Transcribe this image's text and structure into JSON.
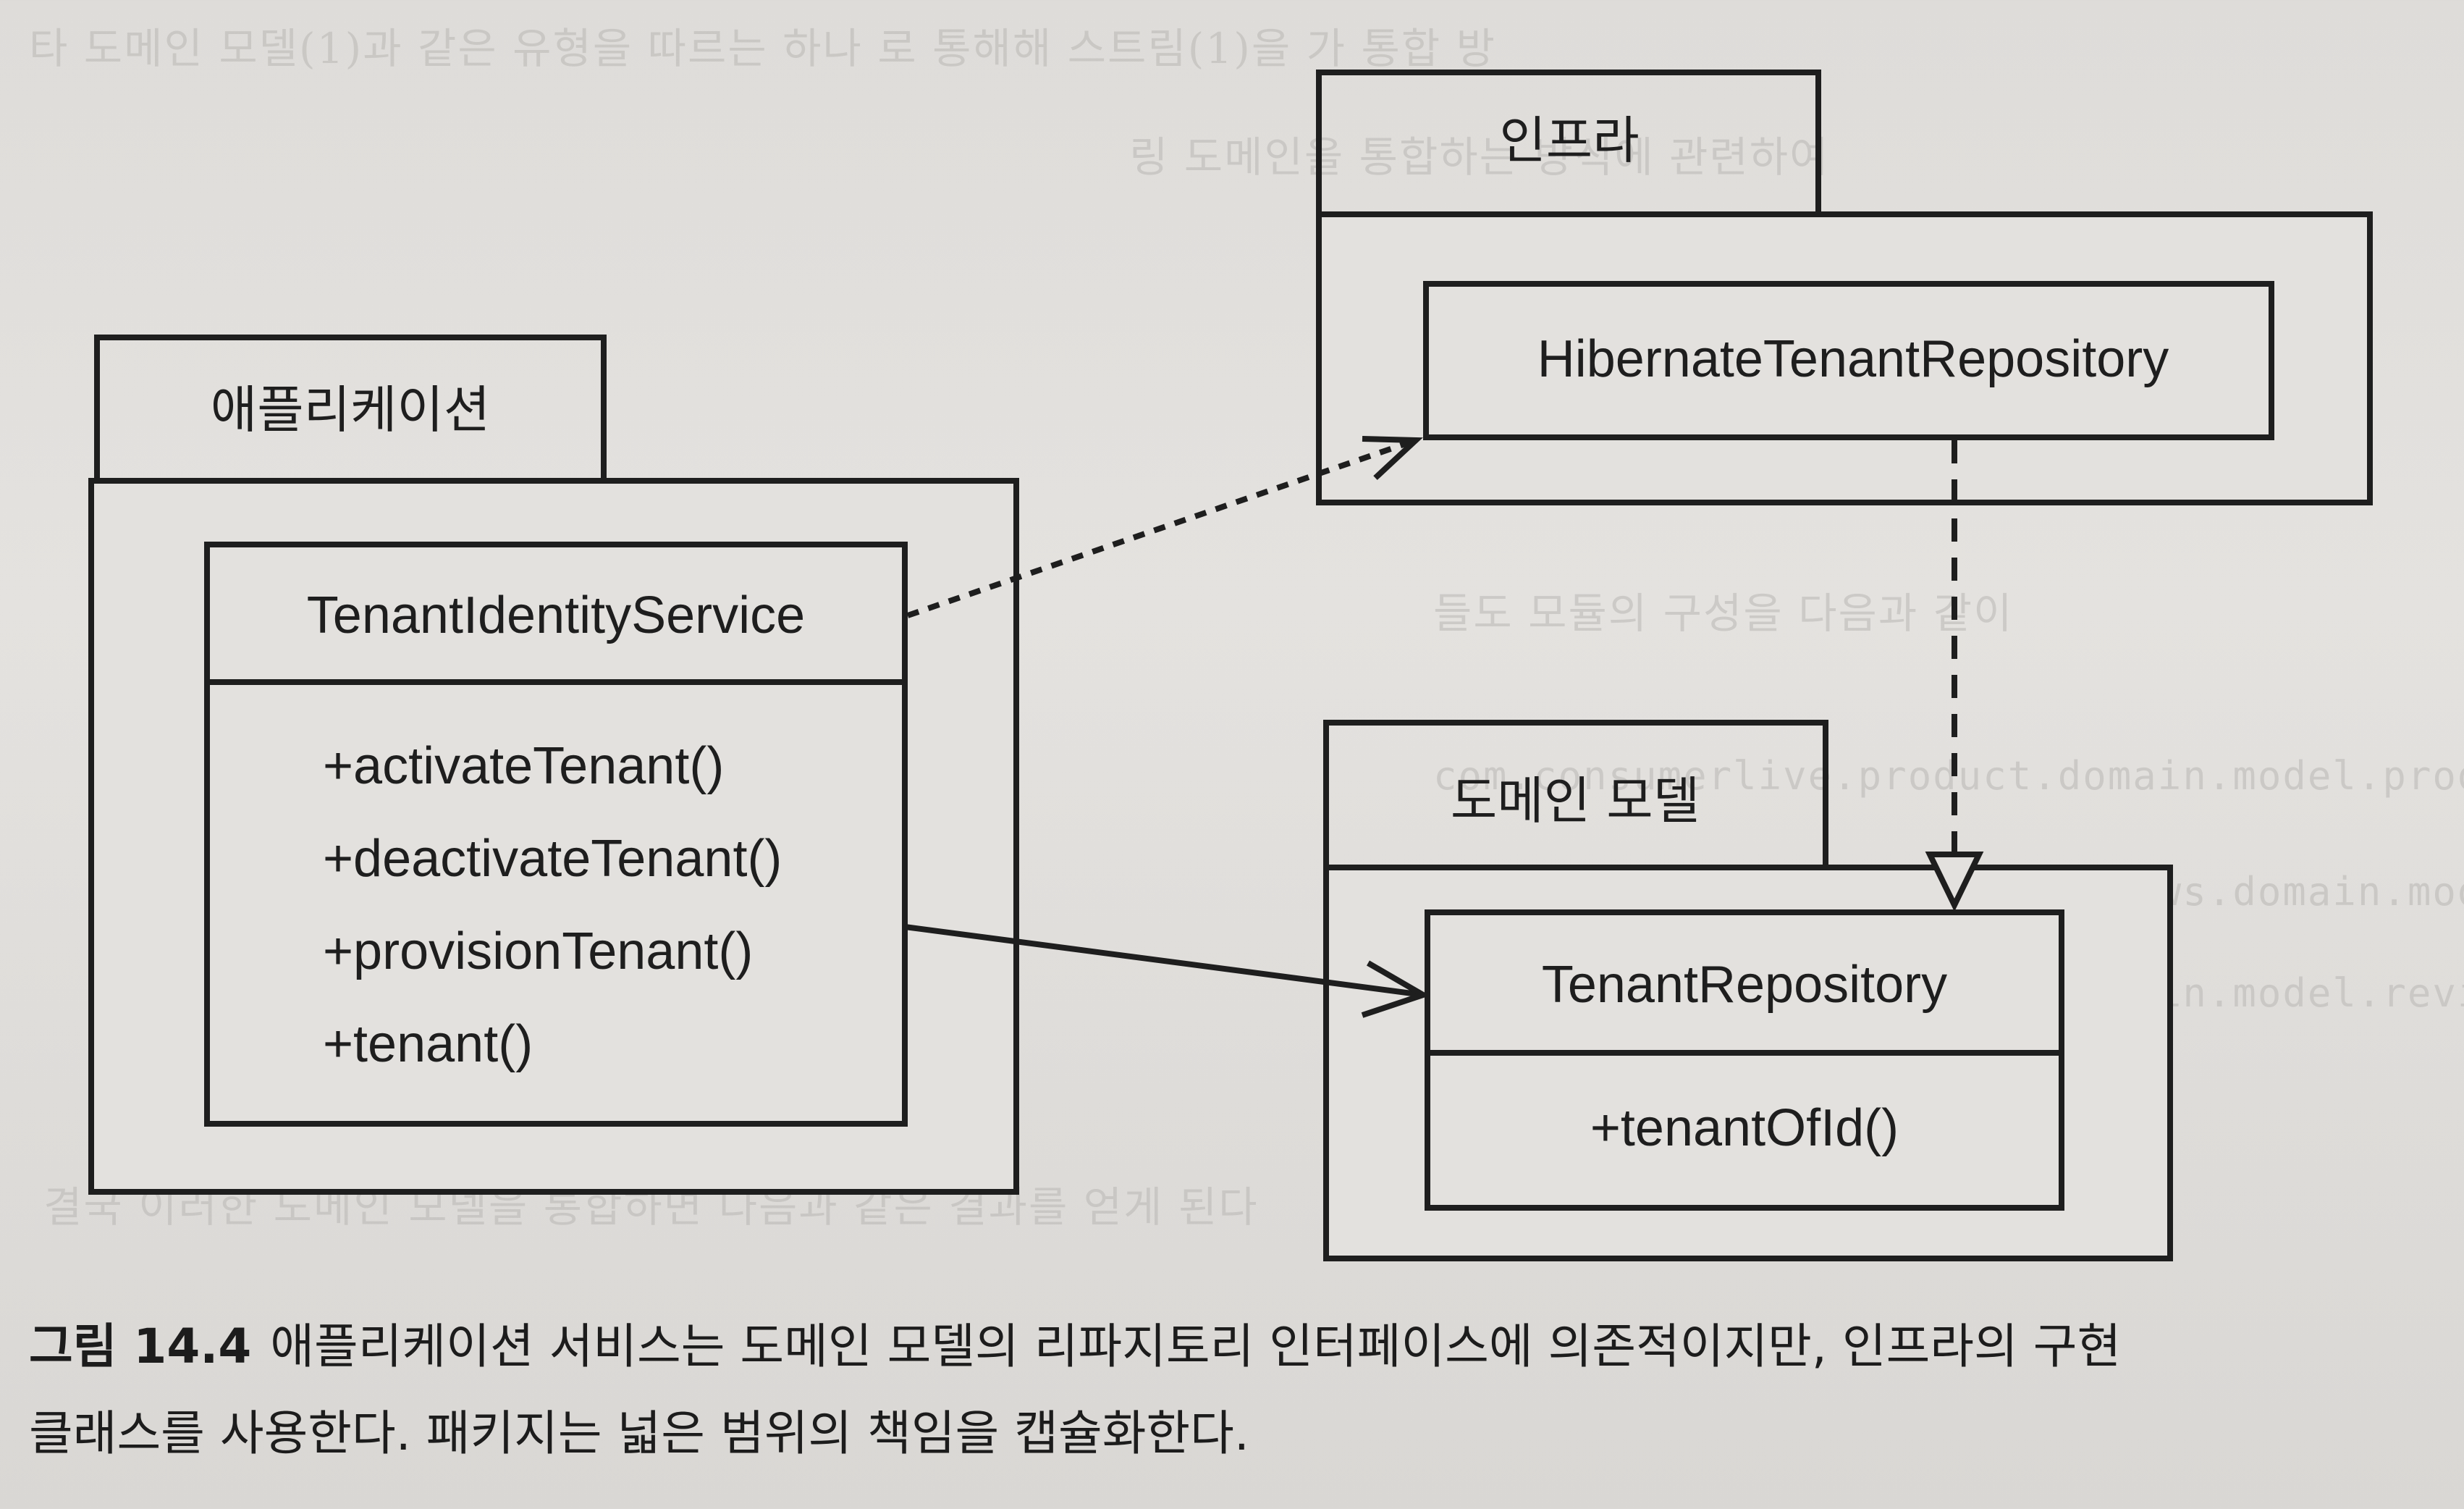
{
  "packages": {
    "infra": {
      "name": "인프라"
    },
    "application": {
      "name": "애플리케이션"
    },
    "domain": {
      "name": "도메인 모델"
    }
  },
  "classes": {
    "hibernate_repo": {
      "name": "HibernateTenantRepository",
      "methods": []
    },
    "identity_service": {
      "name": "TenantIdentityService",
      "methods": [
        "+activateTenant()",
        "+deactivateTenant()",
        "+provisionTenant()",
        "+tenant()"
      ]
    },
    "tenant_repo": {
      "name": "TenantRepository",
      "methods": [
        "+tenantOfId()"
      ]
    }
  },
  "caption": {
    "figure_label": "그림 14.4",
    "line1": "애플리케이션 서비스는 도메인 모델의 리파지토리 인터페이스에 의존적이지만, 인프라의 구현",
    "line2": "클래스를 사용한다. 패키지는 넓은 범위의 책임을 캡슐화한다."
  },
  "colors": {
    "ink": "#1e1e1e",
    "paper": "#e2e0dd"
  }
}
